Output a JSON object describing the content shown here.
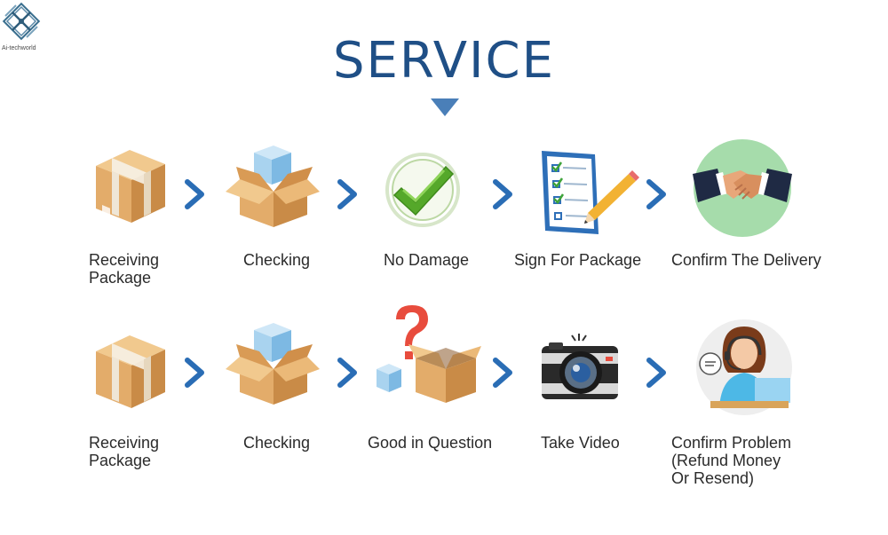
{
  "brand": {
    "logo_text": "Ai-techworld"
  },
  "header": {
    "title": "SERVICE"
  },
  "rows": [
    {
      "steps": [
        {
          "label": "Receiving\nPackage",
          "icon": "closed-box-icon"
        },
        {
          "label": "Checking",
          "icon": "open-box-icon"
        },
        {
          "label": "No Damage",
          "icon": "checkmark-icon"
        },
        {
          "label": "Sign For Package",
          "icon": "clipboard-pencil-icon"
        },
        {
          "label": "Confirm The Delivery",
          "icon": "handshake-icon"
        }
      ]
    },
    {
      "steps": [
        {
          "label": "Receiving\nPackage",
          "icon": "closed-box-icon"
        },
        {
          "label": "Checking",
          "icon": "open-box-icon"
        },
        {
          "label": "Good in Question",
          "icon": "question-box-icon"
        },
        {
          "label": "Take Video",
          "icon": "camera-icon"
        },
        {
          "label": "Confirm Problem\n(Refund Money\n Or Resend)",
          "icon": "support-agent-icon"
        }
      ]
    }
  ],
  "colors": {
    "title": "#1f4f86",
    "arrow": "#2a6db5",
    "box": "#e3ac6a",
    "check": "#55a82a"
  }
}
